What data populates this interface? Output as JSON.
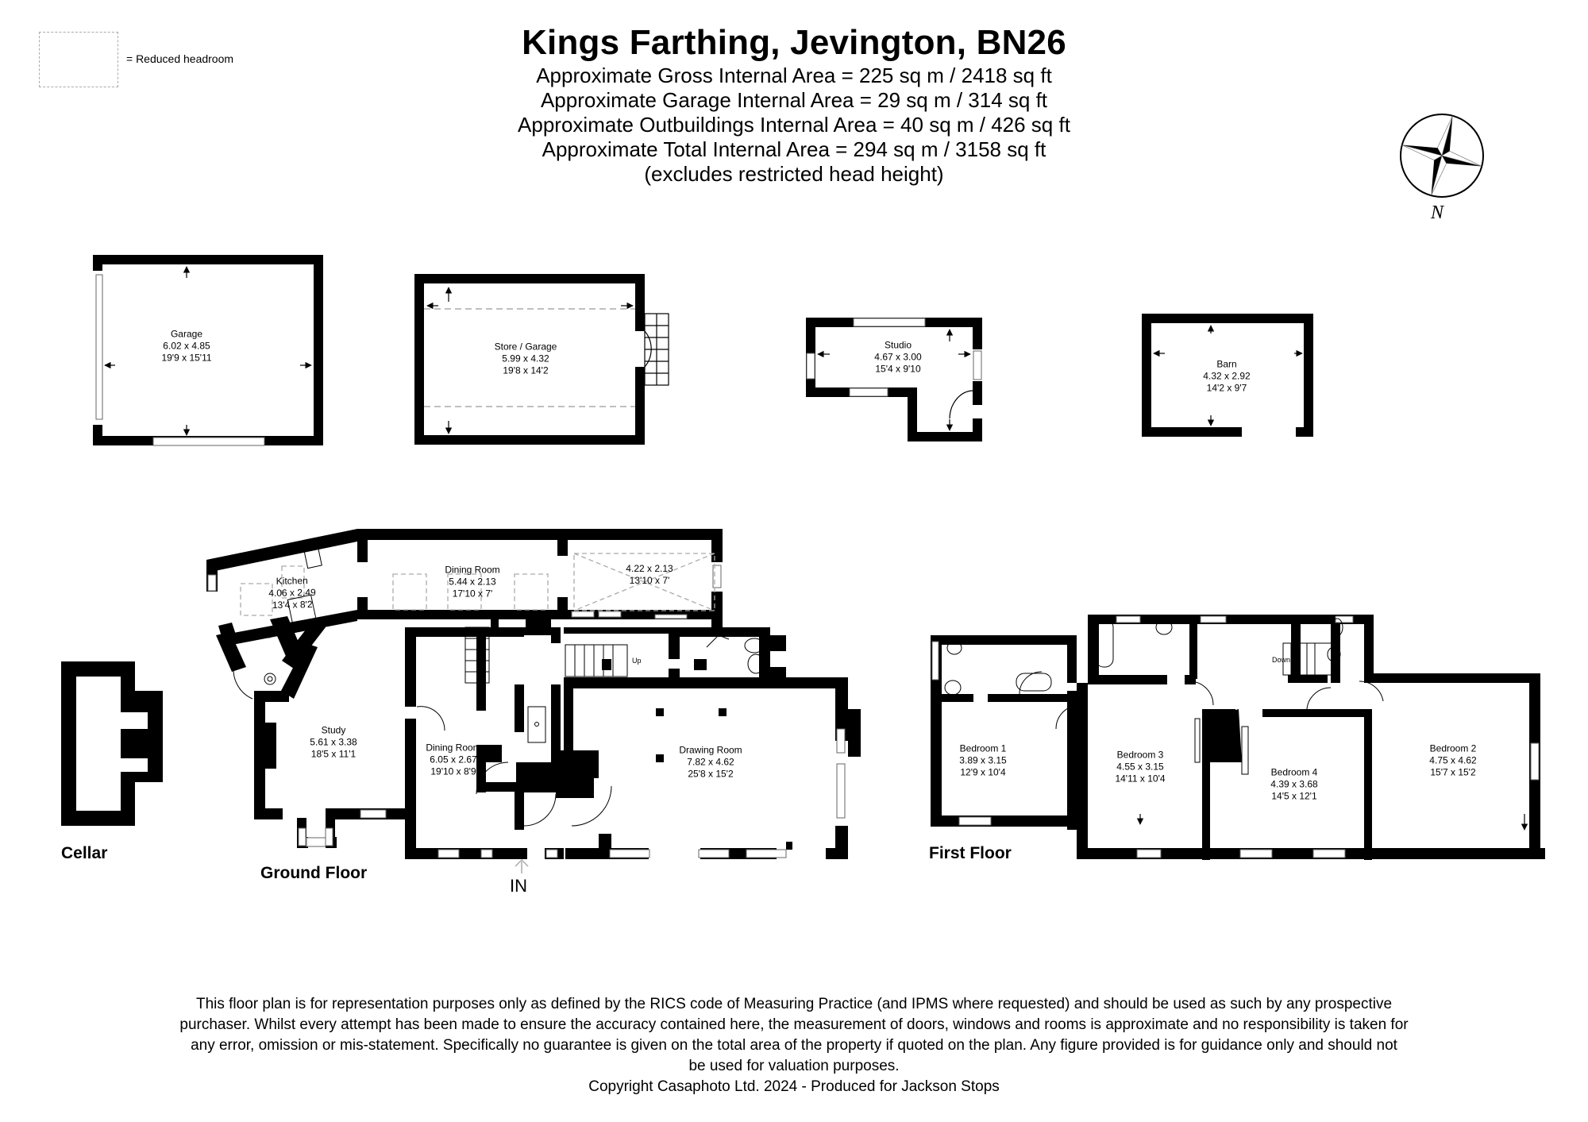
{
  "legend": {
    "label": "= Reduced headroom"
  },
  "header": {
    "title": "Kings Farthing, Jevington, BN26",
    "lines": [
      "Approximate Gross Internal Area = 225 sq m / 2418 sq ft",
      "Approximate Garage Internal Area = 29 sq m / 314 sq ft",
      "Approximate Outbuildings Internal Area = 40 sq m / 426 sq ft",
      "Approximate Total Internal Area = 294 sq m / 3158 sq ft",
      "(excludes restricted head height)"
    ]
  },
  "compass": {
    "label": "N",
    "icon": "compass-rose-icon"
  },
  "outbuildings": {
    "garage": {
      "name": "Garage",
      "metric": "6.02 x 4.85",
      "imperial": "19'9 x 15'11"
    },
    "store_garage": {
      "name": "Store / Garage",
      "metric": "5.99 x 4.32",
      "imperial": "19'8 x 14'2"
    },
    "studio": {
      "name": "Studio",
      "metric": "4.67 x 3.00",
      "imperial": "15'4 x 9'10"
    },
    "barn": {
      "name": "Barn",
      "metric": "4.32 x 2.92",
      "imperial": "14'2 x 9'7"
    }
  },
  "floors": {
    "cellar": {
      "label": "Cellar"
    },
    "ground": {
      "label": "Ground Floor",
      "entrance_label": "IN",
      "stairs_label": "Up",
      "rooms": {
        "kitchen": {
          "name": "Kitchen",
          "metric": "4.06 x 2.49",
          "imperial": "13'4 x 8'2"
        },
        "dining_room_upper": {
          "name": "Dining Room",
          "metric": "5.44 x 2.13",
          "imperial": "17'10 x 7'"
        },
        "unnamed_room": {
          "name": "",
          "metric": "4.22 x 2.13",
          "imperial": "13'10 x 7'"
        },
        "study": {
          "name": "Study",
          "metric": "5.61 x 3.38",
          "imperial": "18'5 x 11'1"
        },
        "dining_room_lower": {
          "name": "Dining Room",
          "metric": "6.05 x 2.67",
          "imperial": "19'10 x 8'9"
        },
        "drawing_room": {
          "name": "Drawing Room",
          "metric": "7.82 x 4.62",
          "imperial": "25'8 x 15'2"
        }
      }
    },
    "first": {
      "label": "First Floor",
      "stairs_label": "Down",
      "rooms": {
        "bedroom1": {
          "name": "Bedroom 1",
          "metric": "3.89 x 3.15",
          "imperial": "12'9 x 10'4"
        },
        "bedroom3": {
          "name": "Bedroom 3",
          "metric": "4.55 x 3.15",
          "imperial": "14'11 x 10'4"
        },
        "bedroom4": {
          "name": "Bedroom 4",
          "metric": "4.39 x 3.68",
          "imperial": "14'5 x 12'1"
        },
        "bedroom2": {
          "name": "Bedroom 2",
          "metric": "4.75 x 4.62",
          "imperial": "15'7 x 15'2"
        }
      }
    }
  },
  "footer": {
    "disclaimer": [
      "This floor plan is for representation purposes only as defined by the RICS code of Measuring Practice (and IPMS where requested) and should be used as such by any prospective",
      "purchaser. Whilst every attempt has been made to ensure the accuracy contained here, the measurement of doors, windows and rooms is approximate and no responsibility is taken for",
      "any error, omission or mis-statement. Specifically no guarantee is given on the total area of the property if quoted on the plan. Any figure provided is for guidance only and should not",
      "be used for valuation purposes."
    ],
    "copyright": "Copyright Casaphoto Ltd. 2024 - Produced for Jackson Stops"
  }
}
